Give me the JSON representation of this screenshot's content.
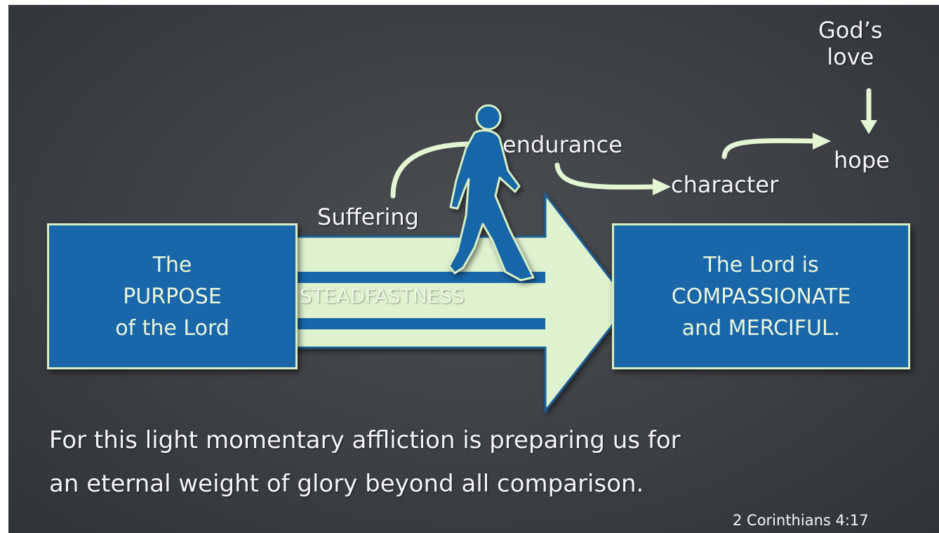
{
  "diagram": {
    "left_box": {
      "lines": [
        "The",
        "PURPOSE",
        "of the Lord"
      ]
    },
    "right_box": {
      "lines": [
        "The Lord is",
        "COMPASSIONATE",
        "and MERCIFUL."
      ]
    },
    "arrow_label": "STEADFASTNESS",
    "chain": {
      "suffering": "Suffering",
      "endurance": "endurance",
      "character": "character",
      "hope": "hope",
      "gods_love": [
        "God’s",
        "love"
      ]
    },
    "walker": {
      "icon": "walking-person-icon"
    }
  },
  "verse": {
    "lines": [
      "For this light momentary affliction is preparing us for",
      "an eternal weight of glory beyond all comparison."
    ],
    "reference": "2 Corinthians 4:17"
  },
  "colors": {
    "background": "#3c3f44",
    "box_fill": "#1966a8",
    "box_border": "#d8efc4",
    "arrow_fill": "#dff2cf",
    "chalk_text": "#f5f5f5"
  }
}
